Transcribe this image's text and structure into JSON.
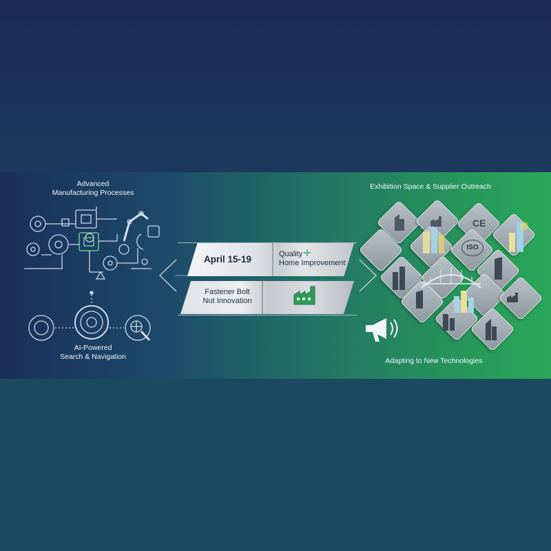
{
  "left": {
    "top_label_line1": "Advanced",
    "top_label_line2": "Manufacturing Processes",
    "bottom_label_line1": "AI-Powered",
    "bottom_label_line2": "Search & Navigation"
  },
  "center": {
    "date": "April 15-19",
    "quality_line1": "Quality",
    "quality_line2": "Home Improvement",
    "fastener_line1": "Fastener Bolt",
    "fastener_line2": "Nut Innovation"
  },
  "right": {
    "top_label": "Exhibition Space & Supplier Outreach",
    "bottom_label": "Adapting to New Technologies",
    "tile_badge_ce": "CE",
    "tile_badge_iso": "ISO"
  },
  "colors": {
    "background_top": "#1a2b55",
    "banner_green": "#2aa85a",
    "accent_green": "#2e9b5a",
    "highlight_yellow": "#f2e24a"
  },
  "icons": [
    "gear-icon",
    "chip-icon",
    "robot-arm-icon",
    "brain-icon",
    "globe-search-icon",
    "factory-icon",
    "megaphone-icon",
    "building-icon",
    "bridge-icon"
  ]
}
